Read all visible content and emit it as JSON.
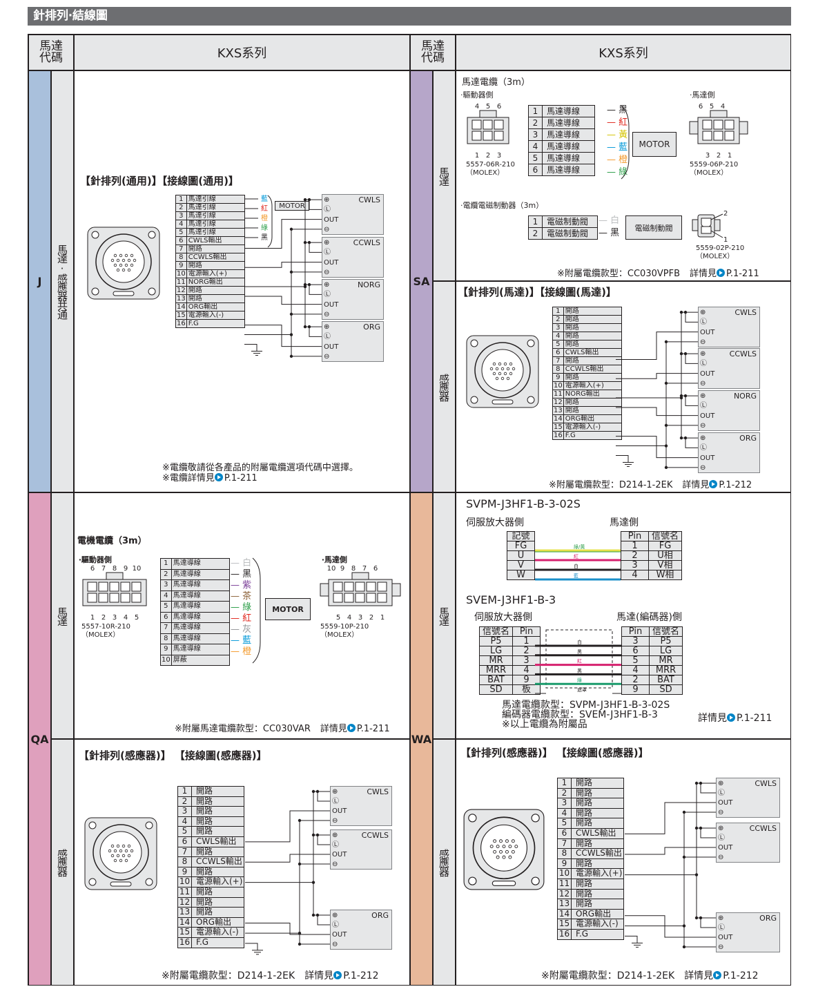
{
  "page_title": "針排列‧結線圖",
  "header": {
    "code_label": "馬達\n代碼",
    "series_label": "KXS系列"
  },
  "colors": {
    "title_bar": "#6d6e71",
    "header_bg": "#e6e7e8",
    "code_J": "#a9c0dc",
    "code_SA": "#b6a6c9",
    "code_QA": "#dfa0bd",
    "code_WA": "#e8b89a",
    "link_arrow": "#0085c7"
  },
  "sensor_pin_labels": [
    "開路",
    "開路",
    "開路",
    "開路",
    "開路",
    "CWLS輸出",
    "開路",
    "CCWLS輸出",
    "開路",
    "電源輸入(+)",
    "NORG輸出",
    "開路",
    "開路",
    "ORG輸出",
    "電源輸入(-)",
    "F.G"
  ],
  "sensor_terminals": [
    "⊕",
    "Ⓛ",
    "OUT",
    "⊖"
  ],
  "sensor_names": [
    "CWLS",
    "CCWLS",
    "NORG",
    "ORG"
  ],
  "link_text": "詳情見",
  "J": {
    "code": "J",
    "sub": "馬達‧感應器共通",
    "title": "【針排列(通用)】【接線圖(通用)】",
    "pins": [
      "馬達引線",
      "馬達引線",
      "馬達引線",
      "馬達引線",
      "馬達引線",
      "CWLS輸出",
      "開路",
      "CCWLS輸出",
      "開路",
      "電源輸入(+)",
      "NORG輸出",
      "開路",
      "開路",
      "ORG輸出",
      "電源輸入(-)",
      "F.G"
    ],
    "wire_colors": [
      {
        "label": "藍",
        "color": "#0098d8"
      },
      {
        "label": "紅",
        "color": "#e0251b"
      },
      {
        "label": "橙",
        "color": "#f39a2c"
      },
      {
        "label": "綠",
        "color": "#2a9d47"
      },
      {
        "label": "黑",
        "color": "#231f20"
      }
    ],
    "motor_label": "MOTOR",
    "notes": [
      "※電纜敬請從各產品的附屬電纜選項代碼中選擇。",
      "※電纜詳情見"
    ],
    "page_ref": "P.1-211"
  },
  "SA": {
    "code": "SA",
    "motor": {
      "sub": "馬達",
      "cable_title": "馬達電纜（3m）",
      "driver_side": "‧驅動器側",
      "motor_side": "‧馬達側",
      "driver_pin_top": [
        "4",
        "5",
        "6"
      ],
      "driver_pin_bottom": [
        "1",
        "2",
        "3"
      ],
      "driver_connector": "5557-06R-210",
      "motor_pin_top": [
        "6",
        "5",
        "4"
      ],
      "motor_pin_bottom": [
        "3",
        "2",
        "1"
      ],
      "motor_connector": "5559-06P-210",
      "maker": "（MOLEX）",
      "wires": [
        {
          "n": "1",
          "label": "馬達導線",
          "color_label": "黑",
          "color": "#231f20"
        },
        {
          "n": "2",
          "label": "馬達導線",
          "color_label": "紅",
          "color": "#e0251b"
        },
        {
          "n": "3",
          "label": "馬達導線",
          "color_label": "黃",
          "color": "#d4c400"
        },
        {
          "n": "4",
          "label": "馬達導線",
          "color_label": "藍",
          "color": "#0098d8"
        },
        {
          "n": "5",
          "label": "馬達導線",
          "color_label": "橙",
          "color": "#f39a2c"
        },
        {
          "n": "6",
          "label": "馬達導線",
          "color_label": "綠",
          "color": "#2a9d47"
        }
      ],
      "motor_label": "MOTOR",
      "brake_title": "‧電纜電磁制動器（3m）",
      "brake_wires": [
        {
          "n": "1",
          "label": "電磁制動閥",
          "color_label": "白",
          "color": "#bcbec0"
        },
        {
          "n": "2",
          "label": "電磁制動閥",
          "color_label": "黑",
          "color": "#231f20"
        }
      ],
      "brake_box": "電磁制動閥",
      "brake_pins": [
        "2",
        "1"
      ],
      "brake_connector": "5559-02P-210",
      "note": "※附屬電纜款型：CC030VPFB",
      "page_ref": "P.1-211"
    },
    "sensor": {
      "sub": "感應器",
      "title": "【針排列(馬達)】【接線圖(馬達)】",
      "note": "※附屬電纜款型：D214-1-2EK",
      "page_ref": "P.1-212"
    }
  },
  "QA": {
    "code": "QA",
    "motor": {
      "sub": "馬達",
      "cable_title": "電機電纜（3m）",
      "driver_side": "‧驅動器側",
      "motor_side": "‧馬達側",
      "driver_pin_top": [
        "6",
        "7",
        "8",
        "9",
        "10"
      ],
      "driver_pin_bottom": [
        "1",
        "2",
        "3",
        "4",
        "5"
      ],
      "driver_connector": "5557-10R-210",
      "motor_pin_top": [
        "10",
        "9",
        "8",
        "7",
        "6"
      ],
      "motor_pin_bottom": [
        "5",
        "4",
        "3",
        "2",
        "1"
      ],
      "motor_connector": "5559-10P-210",
      "maker": "（MOLEX）",
      "wires": [
        {
          "n": "1",
          "label": "馬達導線",
          "color_label": "白",
          "color": "#bcbec0"
        },
        {
          "n": "2",
          "label": "馬達導線",
          "color_label": "黑",
          "color": "#231f20"
        },
        {
          "n": "3",
          "label": "馬達導線",
          "color_label": "紫",
          "color": "#7b3f98"
        },
        {
          "n": "4",
          "label": "馬達導線",
          "color_label": "茶",
          "color": "#8c6239"
        },
        {
          "n": "5",
          "label": "馬達導線",
          "color_label": "綠",
          "color": "#2a9d47"
        },
        {
          "n": "6",
          "label": "馬達導線",
          "color_label": "紅",
          "color": "#e0251b"
        },
        {
          "n": "7",
          "label": "馬達導線",
          "color_label": "灰",
          "color": "#939598"
        },
        {
          "n": "8",
          "label": "馬達導線",
          "color_label": "藍",
          "color": "#0098d8"
        },
        {
          "n": "9",
          "label": "馬達導線",
          "color_label": "橙",
          "color": "#f39a2c"
        },
        {
          "n": "10",
          "label": "屏蔽",
          "color_label": "",
          "color": ""
        }
      ],
      "motor_label": "MOTOR",
      "note": "※附屬馬達電纜款型：CC030VAR",
      "page_ref": "P.1-211"
    },
    "sensor": {
      "sub": "感應器",
      "title": "【針排列(感應器)】 【接線圖(感應器)】",
      "pins": [
        "開路",
        "開路",
        "開路",
        "開路",
        "開路",
        "CWLS輸出",
        "開路",
        "CCWLS輸出",
        "開路",
        "電源輸入(+)",
        "開路",
        "開路",
        "開路",
        "ORG輸出",
        "電源輸入(-)",
        "F.G"
      ],
      "sensors": [
        "CWLS",
        "CCWLS",
        "ORG"
      ],
      "note": "※附屬電纜款型：D214-1-2EK",
      "page_ref": "P.1-212"
    }
  },
  "WA": {
    "code": "WA",
    "motor": {
      "sub": "馬達",
      "power_cable": {
        "model": "SVPM-J3HF1-B-3-02S",
        "left_side": "伺服放大器側",
        "right_side": "馬達側",
        "left_header": "記號",
        "right_headers": [
          "Pin",
          "信號名"
        ],
        "rows": [
          {
            "sym": "FG",
            "pin": "1",
            "sig": "FG",
            "wire": "綠/黃",
            "color": "#e6e04a"
          },
          {
            "sym": "U",
            "pin": "2",
            "sig": "U相",
            "wire": "紅",
            "color": "#d6206e"
          },
          {
            "sym": "V",
            "pin": "3",
            "sig": "V相",
            "wire": "白",
            "color": "#231f20"
          },
          {
            "sym": "W",
            "pin": "4",
            "sig": "W相",
            "wire": "藍",
            "color": "#1b8fc9"
          }
        ]
      },
      "encoder_cable": {
        "model": "SVEM-J3HF1-B-3",
        "left_side": "伺服放大器側",
        "right_side": "馬達(編碼器)側",
        "headers": [
          "信號名",
          "Pin"
        ],
        "right_headers": [
          "Pin",
          "信號名"
        ],
        "rows": [
          {
            "sig": "P5",
            "pin": "1",
            "rpin": "3",
            "rsig": "P5",
            "wire": "白",
            "color": "#231f20"
          },
          {
            "sig": "LG",
            "pin": "2",
            "rpin": "6",
            "rsig": "LG",
            "wire": "黑",
            "color": "#231f20"
          },
          {
            "sig": "MR",
            "pin": "3",
            "rpin": "5",
            "rsig": "MR",
            "wire": "紅",
            "color": "#d6206e"
          },
          {
            "sig": "MRR",
            "pin": "4",
            "rpin": "4",
            "rsig": "MRR",
            "wire": "黑",
            "color": "#231f20"
          },
          {
            "sig": "BAT",
            "pin": "9",
            "rpin": "2",
            "rsig": "BAT",
            "wire": "綠",
            "color": "#1a9b6c"
          },
          {
            "sig": "SD",
            "pin": "板",
            "rpin": "9",
            "rsig": "SD",
            "wire": "遮罩",
            "color": ""
          }
        ]
      },
      "notes": [
        "馬達電纜款型：SVPM-J3HF1-B-3-02S",
        "編碼器電纜款型：SVEM-J3HF1-B-3",
        "※以上電纜為附屬品"
      ],
      "page_ref": "P.1-211"
    },
    "sensor": {
      "sub": "感應器",
      "title": "【針排列(感應器)】 【接線圖(感應器)】",
      "pins": [
        "開路",
        "開路",
        "開路",
        "開路",
        "開路",
        "CWLS輸出",
        "開路",
        "CCWLS輸出",
        "開路",
        "電源輸入(+)",
        "開路",
        "開路",
        "開路",
        "ORG輸出",
        "電源輸入(-)",
        "F.G"
      ],
      "sensors": [
        "CWLS",
        "CCWLS",
        "ORG"
      ],
      "note": "※附屬電纜款型：D214-1-2EK",
      "page_ref": "P.1-212"
    }
  }
}
